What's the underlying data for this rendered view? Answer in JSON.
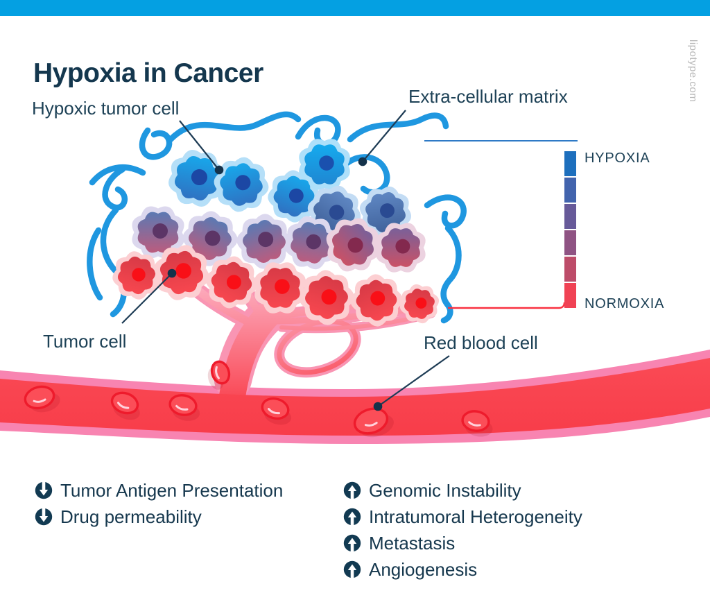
{
  "header": {
    "title": "Hypoxia in Cancer",
    "watermark": "lipotype.com"
  },
  "annotations": {
    "hypoxic_tumor_cell": "Hypoxic tumor cell",
    "extracellular_matrix": "Extra-cellular matrix",
    "tumor_cell": "Tumor cell",
    "red_blood_cell": "Red blood cell"
  },
  "legend": {
    "top_label": "HYPOXIA",
    "bottom_label": "NORMOXIA",
    "colors": [
      "#1d6fbd",
      "#4264ad",
      "#675a99",
      "#8f5383",
      "#bd4c69",
      "#f04254"
    ]
  },
  "effects": {
    "decreased": [
      {
        "icon": "arrow-down-circle",
        "label": "Tumor Antigen Presentation"
      },
      {
        "icon": "arrow-down-circle",
        "label": "Drug permeability"
      }
    ],
    "increased": [
      {
        "icon": "arrow-up-circle",
        "label": "Genomic Instability"
      },
      {
        "icon": "arrow-up-circle",
        "label": "Intratumoral Heterogeneity"
      },
      {
        "icon": "arrow-up-circle",
        "label": "Metastasis"
      },
      {
        "icon": "arrow-up-circle",
        "label": "Angiogenesis"
      }
    ]
  },
  "palette": {
    "accent_blue": "#04a0e2",
    "ecm_blue": "#1f97e0",
    "vessel_pink": "#f884b1",
    "vessel_red": "#f94350",
    "text_navy": "#15374d"
  }
}
